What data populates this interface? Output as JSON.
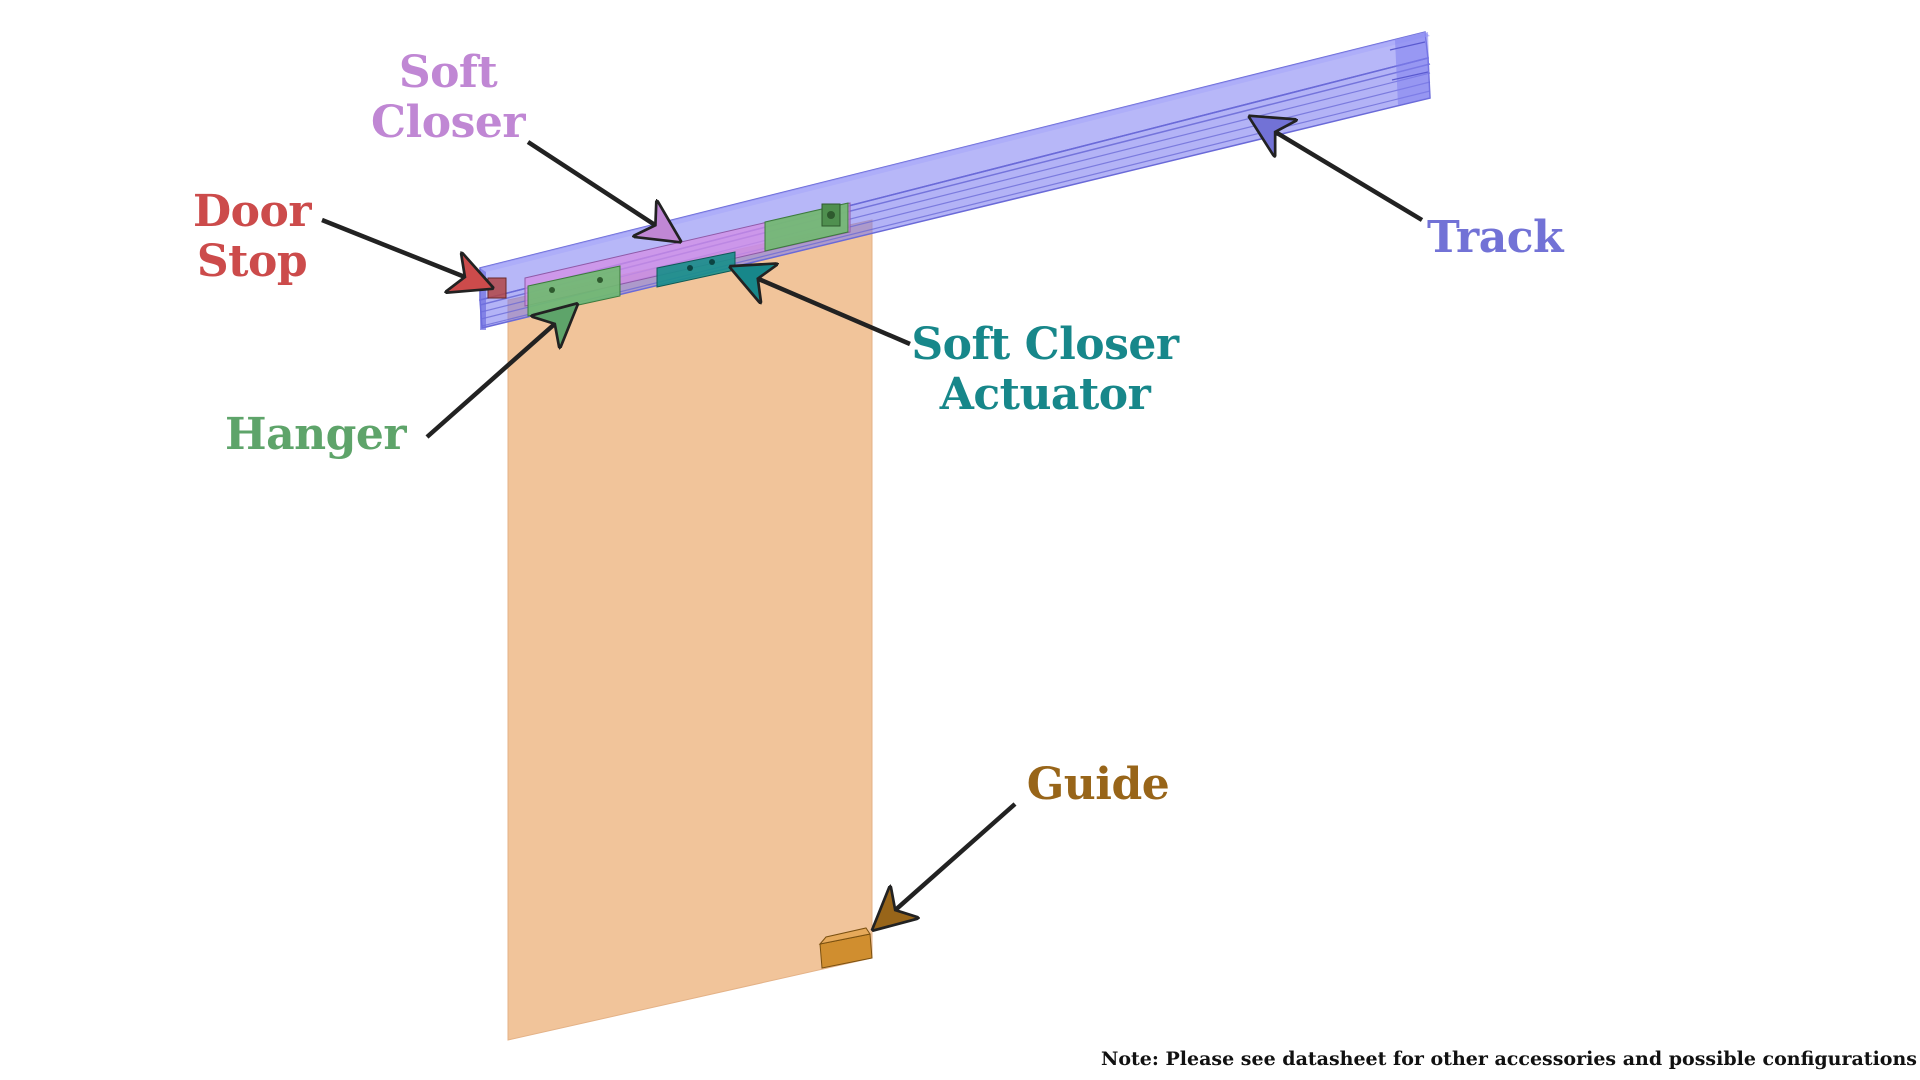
{
  "labels": {
    "soft_closer": {
      "line1": "Soft",
      "line2": "Closer"
    },
    "door_stop": {
      "line1": "Door",
      "line2": "Stop"
    },
    "track": "Track",
    "soft_closer_actuator": {
      "line1": "Soft Closer",
      "line2": "Actuator"
    },
    "hanger": "Hanger",
    "guide": "Guide"
  },
  "note": "Note: Please see datasheet for other accessories and possible configurations",
  "colors": {
    "soft_closer": "#c087d4",
    "door_stop": "#cc4b4b",
    "track": "#7272d6",
    "soft_closer_actuator": "#17878a",
    "hanger": "#5ea46a",
    "guide": "#986519",
    "door_panel": "#f1c49a",
    "track_body": "#8b8bf3"
  }
}
